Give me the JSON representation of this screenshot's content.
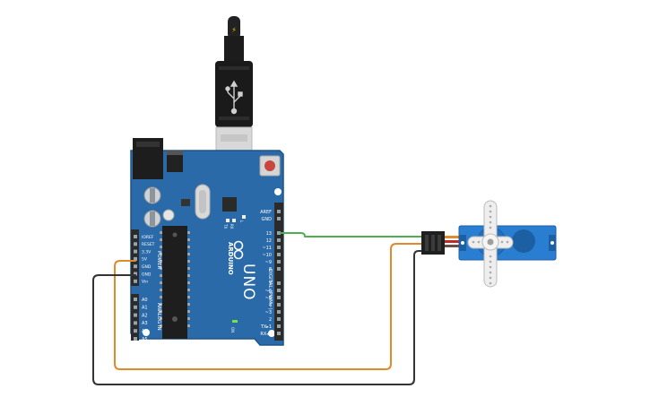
{
  "board": {
    "brand": "ARDUINO",
    "model": "UNO",
    "digital_title": "DIGITAL (PWM~)",
    "power_title": "POWER",
    "analog_title": "ANALOG IN",
    "on_label": "ON",
    "tx_led_label": "TX",
    "rx_led_label": "RX",
    "l_led_label": "L",
    "digital_pins": [
      "AREF",
      "GND",
      "13",
      "12",
      "~11",
      "~10",
      "~9",
      "8",
      "7",
      "~6",
      "~5",
      "4",
      "~3",
      "2",
      "TX▸1",
      "RX◂0"
    ],
    "power_pins": [
      "IOREF",
      "RESET",
      "3.3V",
      "5V",
      "GND",
      "GND",
      "Vin"
    ],
    "analog_pins": [
      "A0",
      "A1",
      "A2",
      "A3",
      "A4",
      "A5"
    ]
  },
  "usb": {
    "plug_symbol": "⚡"
  },
  "wires": [
    {
      "from": "13",
      "to": "servo-signal",
      "color": "#4caf50"
    },
    {
      "from": "5V",
      "to": "servo-power",
      "color": "#e08a2a"
    },
    {
      "from": "GND",
      "to": "servo-ground",
      "color": "#333333"
    }
  ],
  "colors": {
    "board": "#2b6aa8",
    "board_edge": "#1f5488",
    "servo": "#2a7ed1",
    "header": "#2b2b2b"
  }
}
